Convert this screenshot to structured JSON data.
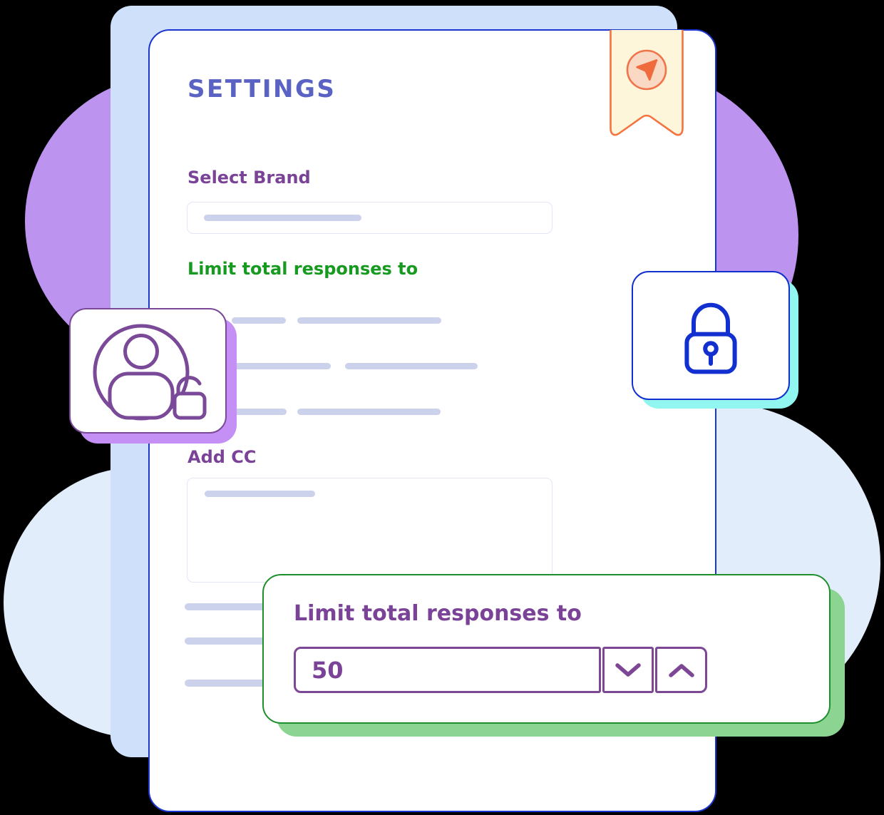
{
  "settings_card": {
    "title": "SETTINGS",
    "select_brand_label": "Select Brand",
    "limit_responses_label": "Limit total responses to",
    "add_cc_label": "Add CC"
  },
  "limit_popup": {
    "label": "Limit total responses to",
    "input_value": "50"
  },
  "icons": {
    "bookmark": "bookmark-ribbon",
    "send": "send-arrow-icon",
    "avatar": "user-unlock-icon",
    "lock": "padlock-icon",
    "stepper_down": "chevron-down-icon",
    "stepper_up": "chevron-up-icon"
  },
  "colors": {
    "card_border_blue": "#1b35cf",
    "title_blue": "#5a63c3",
    "label_purple": "#7b4397",
    "label_green": "#169a1f",
    "popup_border_green": "#1f8f2d",
    "popup_shadow_green": "#8cd492",
    "bookmark_orange": "#f4733f",
    "bookmark_fill": "#fdf6da",
    "avatar_purple": "#7a4a99",
    "avatar_shadow_purple": "#c490f5",
    "lock_blue": "#1230cf",
    "lock_shadow_cyan": "#90f6ef",
    "skeleton_lavender": "#ccd2ec",
    "backdrop_blue": "#cfe0fb",
    "circle_purple": "#bd93f0",
    "circle_light_blue": "#e2edfc"
  }
}
